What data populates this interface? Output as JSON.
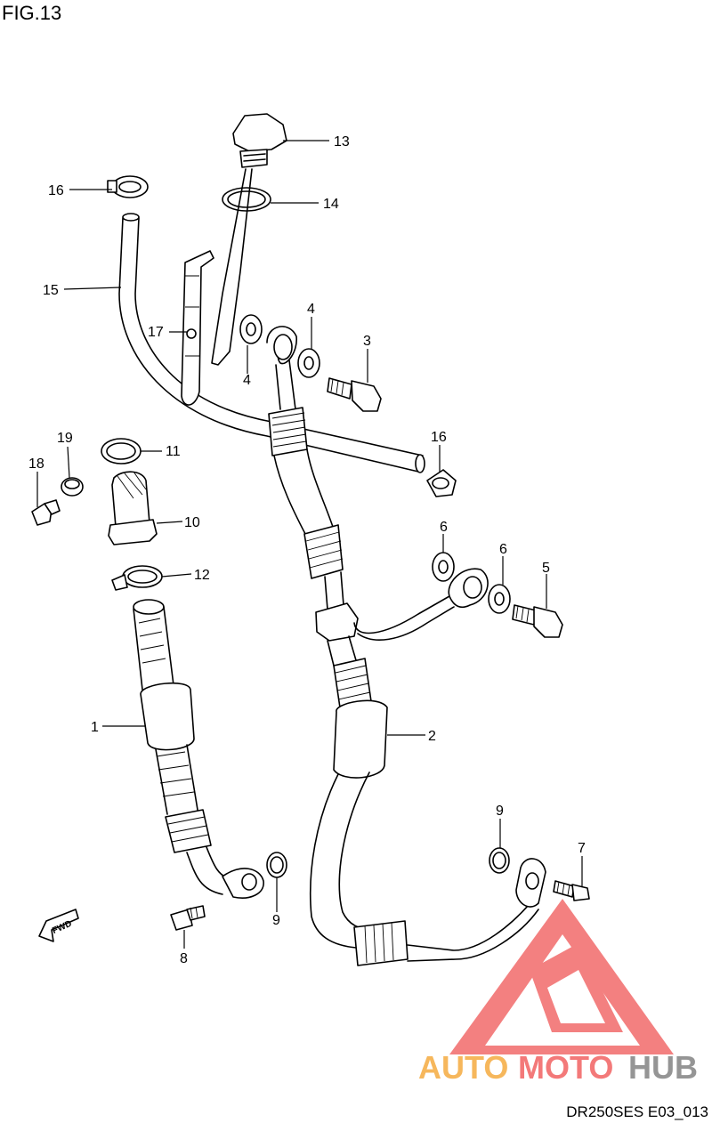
{
  "figure": {
    "title": "FIG.13",
    "code": "DR250SES E03_013"
  },
  "direction_marker": {
    "text": "FWD"
  },
  "watermark": {
    "part1": "AUTO",
    "part2": "MOTO",
    "part3": "HUB",
    "colors": {
      "red": "#f26b6b",
      "orange": "#f6b04b",
      "gray": "#8a8a8a"
    }
  },
  "callouts": [
    {
      "id": "c13",
      "text": "13"
    },
    {
      "id": "c16a",
      "text": "16"
    },
    {
      "id": "c14",
      "text": "14"
    },
    {
      "id": "c15",
      "text": "15"
    },
    {
      "id": "c4a",
      "text": "4"
    },
    {
      "id": "c17",
      "text": "17"
    },
    {
      "id": "c3",
      "text": "3"
    },
    {
      "id": "c4b",
      "text": "4"
    },
    {
      "id": "c19",
      "text": "19"
    },
    {
      "id": "c11",
      "text": "11"
    },
    {
      "id": "c16b",
      "text": "16"
    },
    {
      "id": "c18",
      "text": "18"
    },
    {
      "id": "c10",
      "text": "10"
    },
    {
      "id": "c6a",
      "text": "6"
    },
    {
      "id": "c6b",
      "text": "6"
    },
    {
      "id": "c5",
      "text": "5"
    },
    {
      "id": "c12",
      "text": "12"
    },
    {
      "id": "c1",
      "text": "1"
    },
    {
      "id": "c2",
      "text": "2"
    },
    {
      "id": "c9a",
      "text": "9"
    },
    {
      "id": "c7",
      "text": "7"
    },
    {
      "id": "c9b",
      "text": "9"
    },
    {
      "id": "c8",
      "text": "8"
    }
  ]
}
